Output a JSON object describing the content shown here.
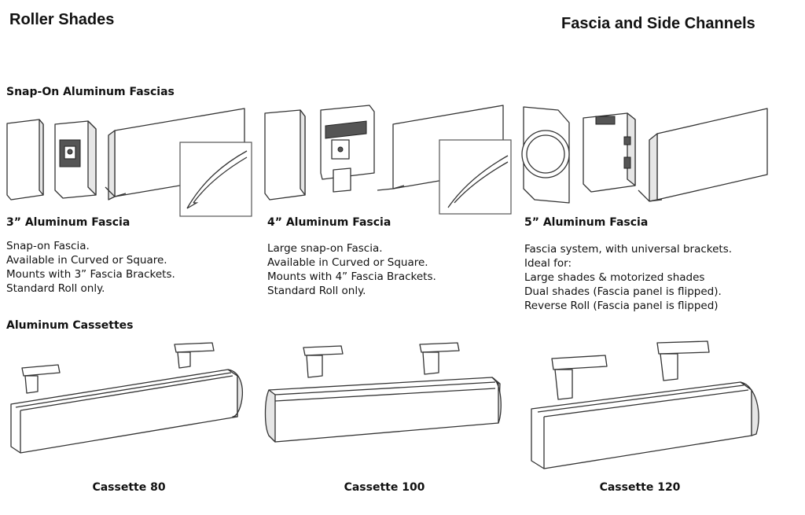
{
  "header": {
    "left_title": "Roller Shades",
    "right_title": "Fascia and Side Channels"
  },
  "fascias": {
    "heading": "Snap-On Aluminum Fascias",
    "items": [
      {
        "name": "3” Aluminum Fascia",
        "lines": [
          "Snap-on Fascia.",
          "Available in Curved or Square.",
          "Mounts with 3” Fascia Brackets.",
          "Standard Roll only."
        ]
      },
      {
        "name": "4” Aluminum Fascia",
        "lines": [
          "Large snap-on Fascia.",
          "Available in Curved or Square.",
          "Mounts with 4” Fascia Brackets.",
          "Standard Roll only."
        ]
      },
      {
        "name": "5” Aluminum Fascia",
        "lines": [
          "Fascia system, with universal brackets.",
          "Ideal for:",
          "Large shades & motorized shades",
          "Dual shades (Fascia panel is flipped).",
          "Reverse Roll (Fascia panel is flipped)"
        ]
      }
    ]
  },
  "cassettes": {
    "heading": "Aluminum Cassettes",
    "items": [
      {
        "name": "Cassette 80"
      },
      {
        "name": "Cassette 100"
      },
      {
        "name": "Cassette 120"
      }
    ]
  }
}
